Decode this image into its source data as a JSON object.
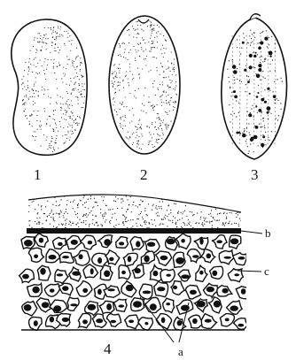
{
  "figures": {
    "seed_1": {
      "label": "1"
    },
    "seed_2": {
      "label": "2"
    },
    "seed_3": {
      "label": "3"
    },
    "section_4": {
      "label": "4"
    }
  },
  "callouts": {
    "a": {
      "label": "a"
    },
    "b": {
      "label": "b"
    },
    "c": {
      "label": "c"
    }
  },
  "colors": {
    "ink": "#111111",
    "paper": "#ffffff"
  }
}
